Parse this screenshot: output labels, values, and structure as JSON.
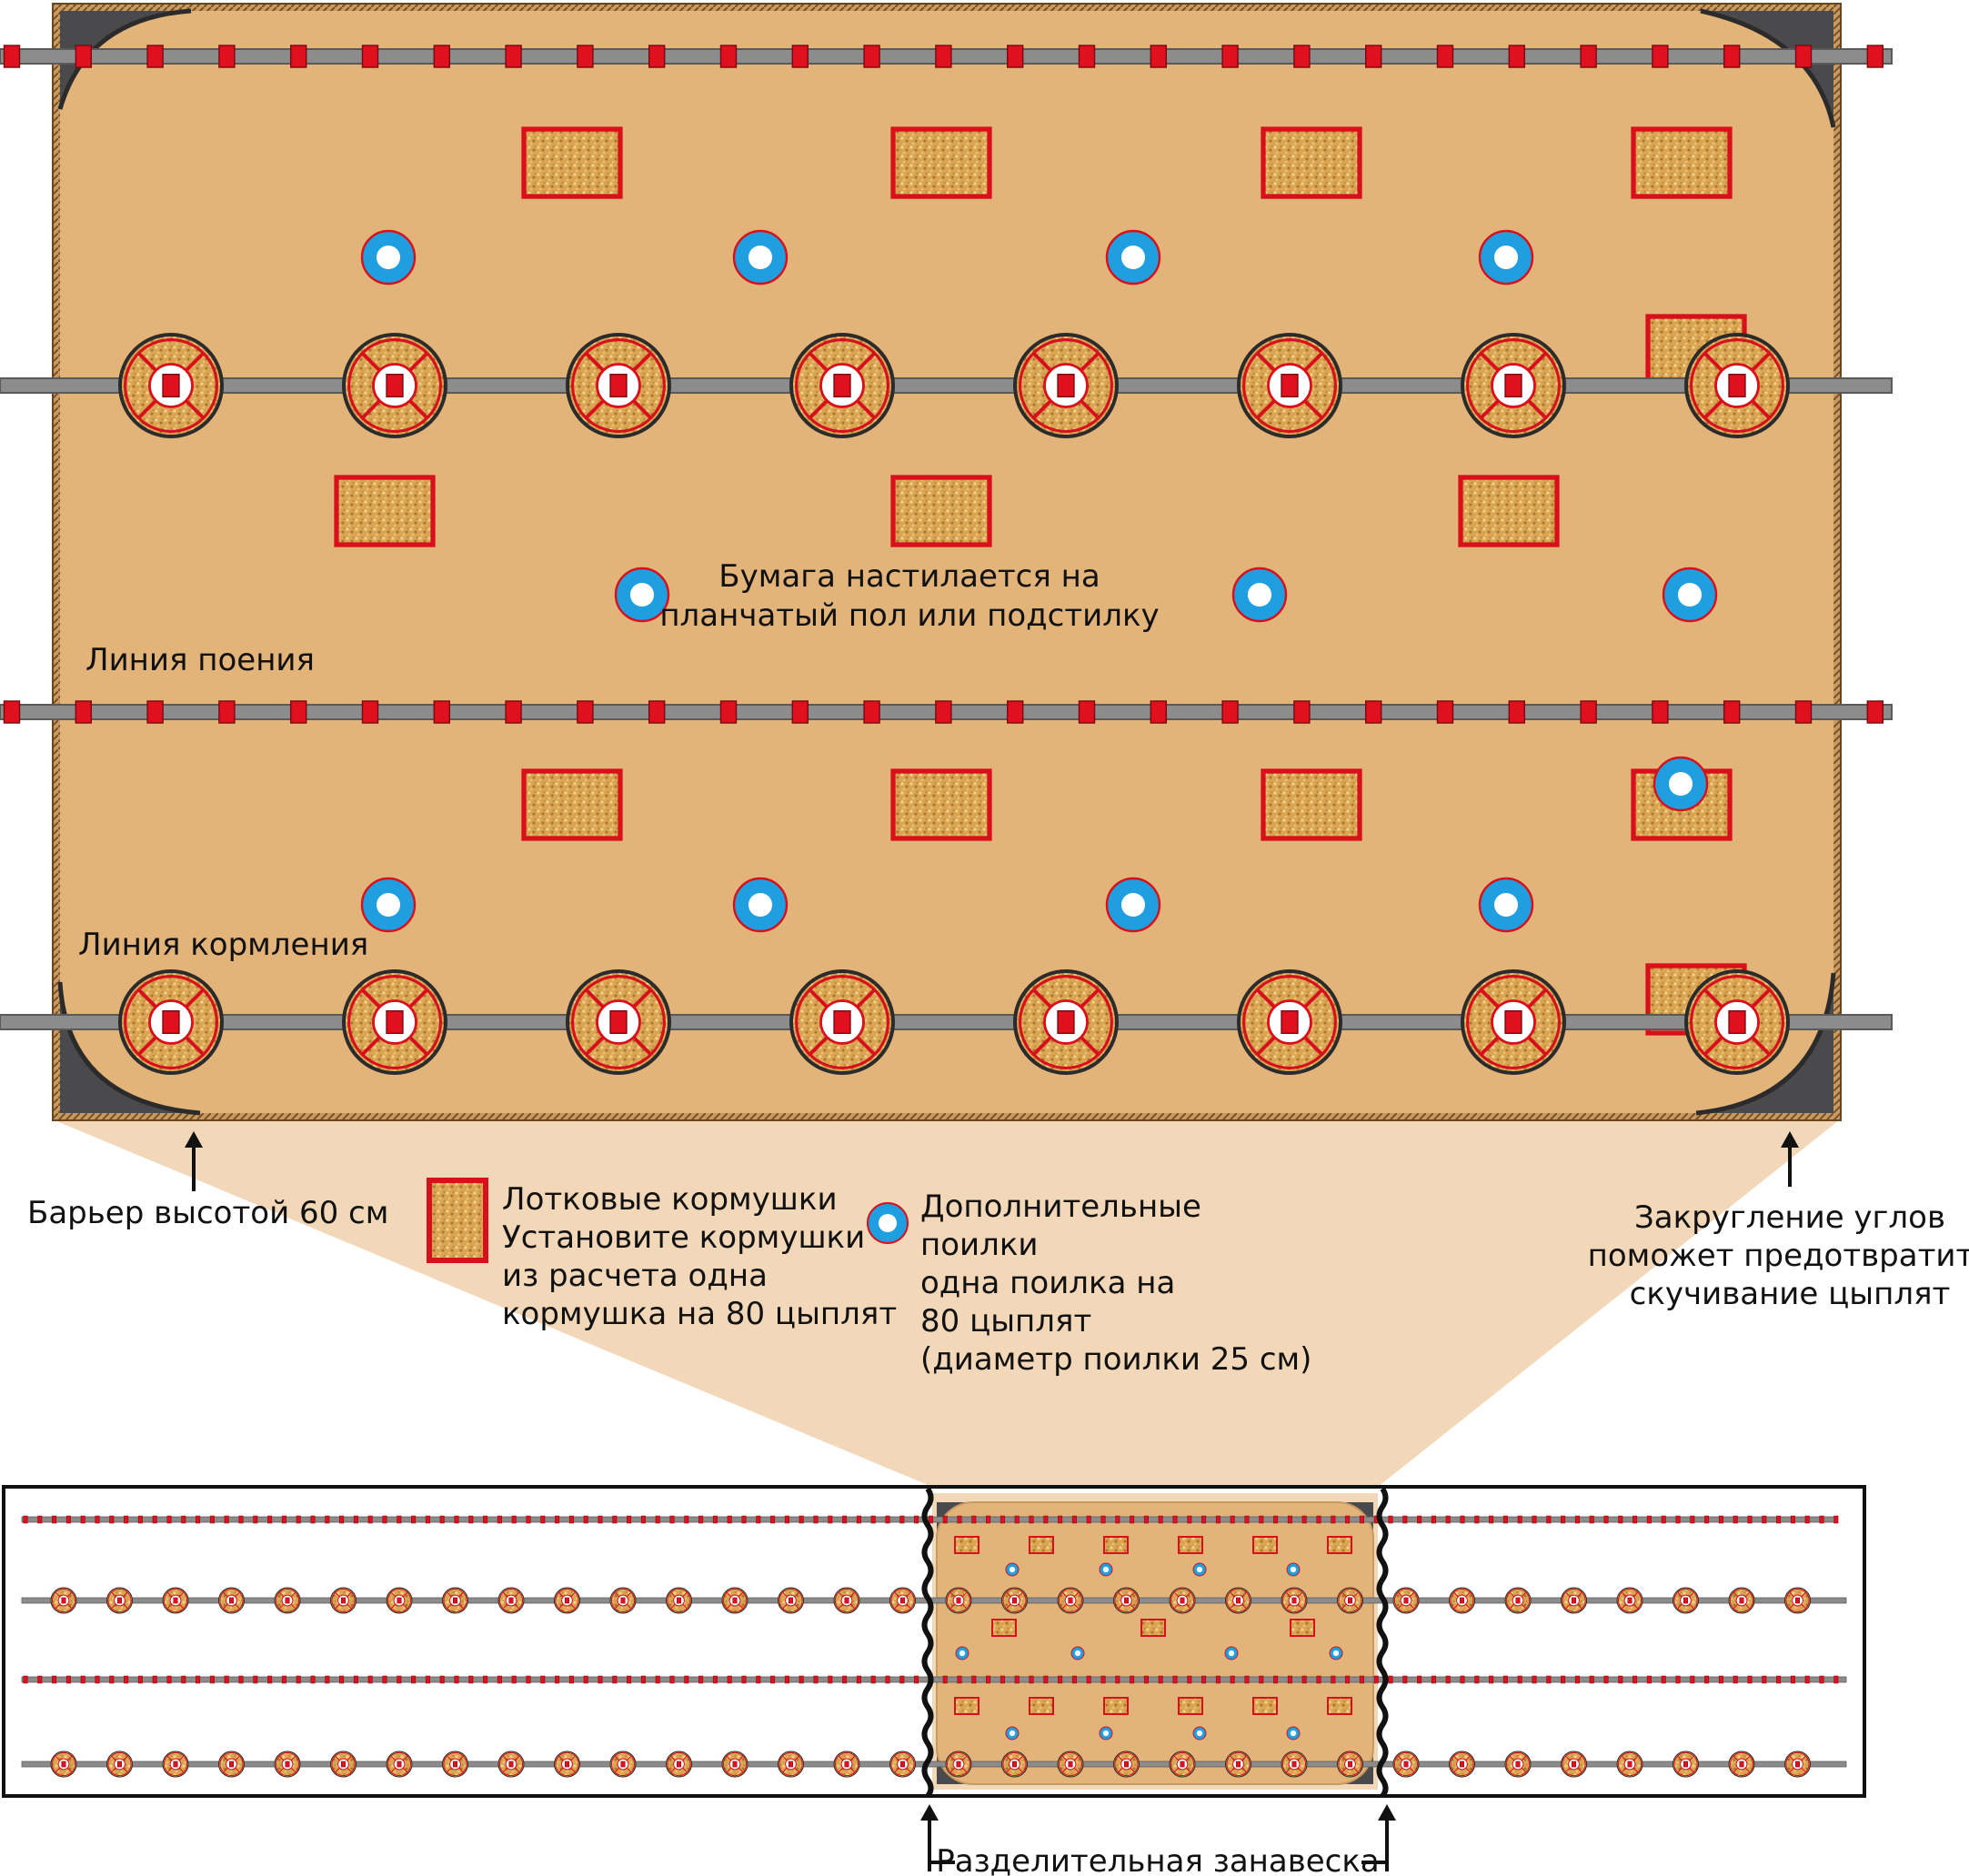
{
  "labels": {
    "paper_note": [
      "Бумага настилается на",
      "планчатый пол или подстилку"
    ],
    "drinking_line": "Линия поения",
    "feeding_line": "Линия кормления",
    "barrier": "Барьер высотой 60 см",
    "tray_feeders": [
      "Лотковые кормушки",
      "Установите кормушки",
      "из расчета одна",
      "кормушка на 80 цыплят"
    ],
    "extra_drinkers": [
      "Дополнительные",
      "поилки",
      "одна поилка на",
      "80 цыплят",
      "(диаметр поилки 25 см)"
    ],
    "rounded_corners": [
      "Закругление углов",
      "поможет предотвратить",
      "скучивание цыплят"
    ],
    "divider_curtain": "Разделительная занавеска"
  },
  "colors": {
    "paper": "#E3B47A",
    "brooder_fill": "#F2D8B8",
    "line_gray": "#8C8C8C",
    "nipple_red": "#E0101F",
    "feeder_red": "#D7101C",
    "feed_gold": "#D9A552",
    "drinker_blue": "#1F9FE0",
    "corner_dark": "#4A4A4C",
    "border_brown": "#8B5A2B"
  },
  "icons": {
    "tray_feeder": "tray-feeder-icon",
    "drinker": "drinker-icon",
    "pan_feeder": "pan-feeder-icon",
    "nipple": "nipple-drinker-icon"
  }
}
